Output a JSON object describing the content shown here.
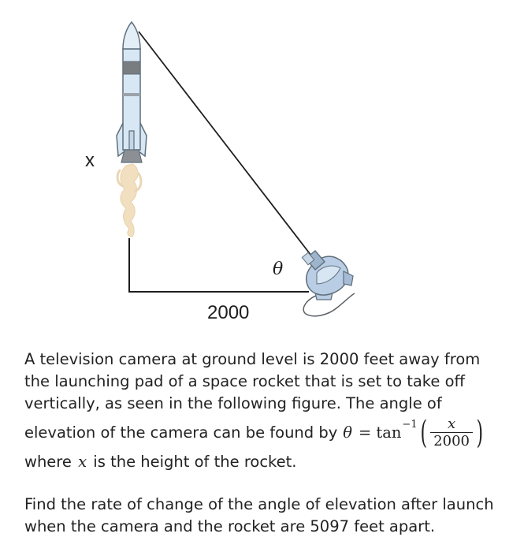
{
  "figure": {
    "label_x": "x",
    "label_theta": "θ",
    "label_distance": "2000"
  },
  "problem": {
    "line1": "A television camera at ground level is 2000 feet away from",
    "line2": "the launching pad of a space rocket that is set to take off",
    "line3": "vertically, as seen in the following figure. The angle of",
    "line4_text": "elevation of the camera can be found by",
    "formula_theta": "θ",
    "formula_equals": "=",
    "formula_func": "tan",
    "formula_sup": "−1",
    "formula_num": "x",
    "formula_den": "2000",
    "line5_prefix": "where",
    "line5_var": "x",
    "line5_suffix": "is the height of the rocket."
  },
  "question": {
    "line1": "Find the rate of change of the angle of elevation after launch",
    "line2": "when the camera and the rocket are 5097 feet apart."
  },
  "colors": {
    "rocket_body": "#d7e7f4",
    "rocket_outline": "#5f6f7c",
    "rocket_band": "#7a7d80",
    "flame": "#f1dfbf",
    "camera_body": "#b9cde4",
    "line": "#1e1e1e"
  }
}
